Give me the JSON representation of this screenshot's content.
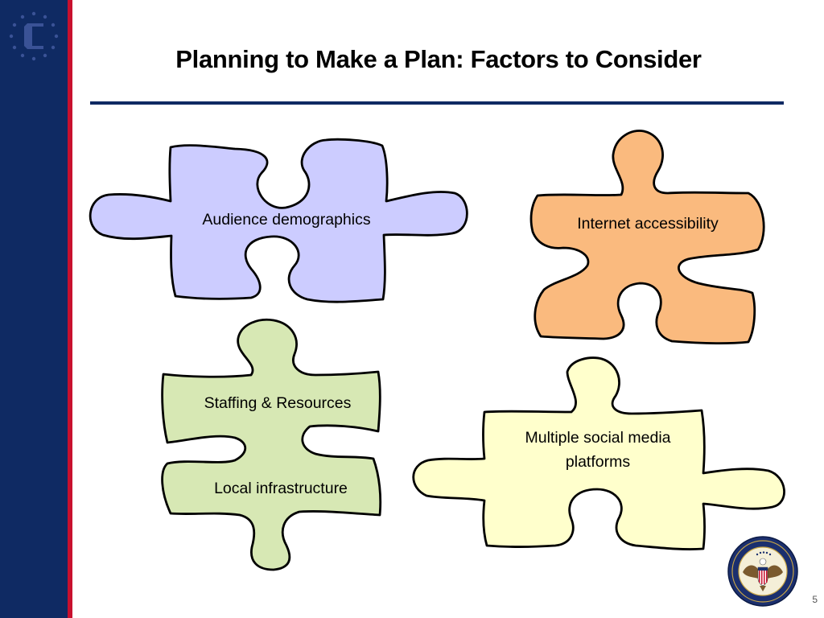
{
  "slide": {
    "title": "Planning to Make a Plan: Factors to Consider",
    "page_number": "5"
  },
  "puzzle_pieces": [
    {
      "id": "audience",
      "label": "Audience demographics",
      "fill": "#CCCCFF"
    },
    {
      "id": "internet",
      "label": "Internet accessibility",
      "fill": "#FABA7E"
    },
    {
      "id": "staffing",
      "labels": [
        "Staffing & Resources",
        "Local infrastructure"
      ],
      "fill": "#D7E8B4"
    },
    {
      "id": "social",
      "labels": [
        "Multiple social media",
        "platforms"
      ],
      "fill": "#FFFFCC"
    }
  ],
  "colors": {
    "sidebar_navy": "#0F2A63",
    "accent_red": "#C8102E",
    "rule_navy": "#0F2A63",
    "outline": "#000000"
  },
  "icons": {
    "sidebar_logo": "c-star-logo-icon",
    "seal": "department-of-state-seal-icon"
  }
}
